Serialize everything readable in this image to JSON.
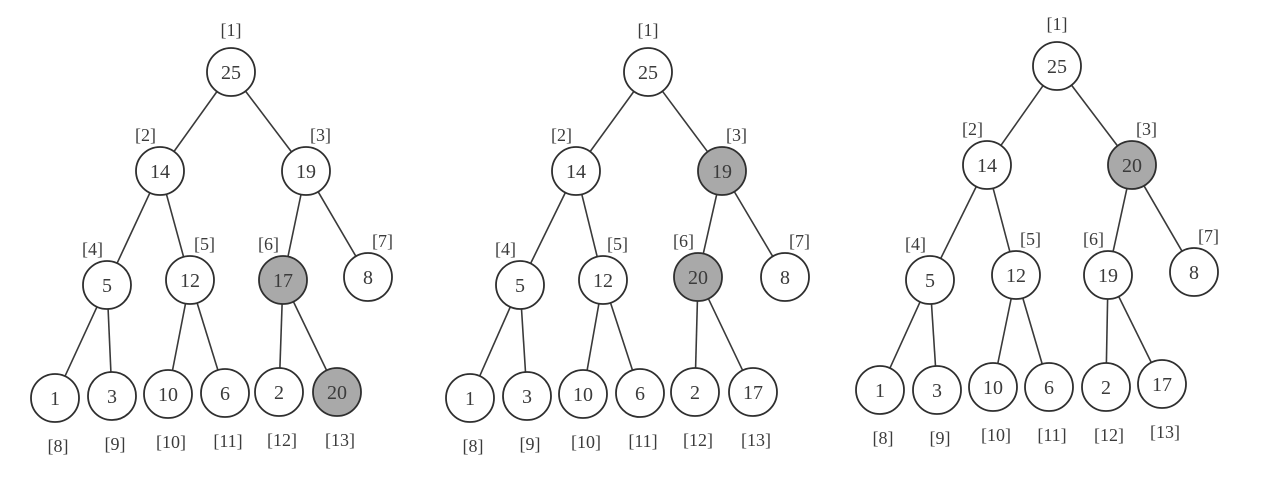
{
  "colors": {
    "background": "#ffffff",
    "node_fill": "#ffffff",
    "highlight_fill": "#a9a9a9",
    "stroke": "#2f2f2f",
    "text": "#3b3b3b"
  },
  "edges": [
    [
      1,
      2
    ],
    [
      1,
      3
    ],
    [
      2,
      4
    ],
    [
      2,
      5
    ],
    [
      3,
      6
    ],
    [
      3,
      7
    ],
    [
      4,
      8
    ],
    [
      4,
      9
    ],
    [
      5,
      10
    ],
    [
      5,
      11
    ],
    [
      6,
      12
    ],
    [
      6,
      13
    ]
  ],
  "trees": [
    {
      "nodes": [
        {
          "index": 1,
          "index_label": "[1]",
          "value": "25",
          "highlighted": false
        },
        {
          "index": 2,
          "index_label": "[2]",
          "value": "14",
          "highlighted": false
        },
        {
          "index": 3,
          "index_label": "[3]",
          "value": "19",
          "highlighted": false
        },
        {
          "index": 4,
          "index_label": "[4]",
          "value": "5",
          "highlighted": false
        },
        {
          "index": 5,
          "index_label": "[5]",
          "value": "12",
          "highlighted": false
        },
        {
          "index": 6,
          "index_label": "[6]",
          "value": "17",
          "highlighted": true
        },
        {
          "index": 7,
          "index_label": "[7]",
          "value": "8",
          "highlighted": false
        },
        {
          "index": 8,
          "index_label": "[8]",
          "value": "1",
          "highlighted": false
        },
        {
          "index": 9,
          "index_label": "[9]",
          "value": "3",
          "highlighted": false
        },
        {
          "index": 10,
          "index_label": "[10]",
          "value": "10",
          "highlighted": false
        },
        {
          "index": 11,
          "index_label": "[11]",
          "value": "6",
          "highlighted": false
        },
        {
          "index": 12,
          "index_label": "[12]",
          "value": "2",
          "highlighted": false
        },
        {
          "index": 13,
          "index_label": "[13]",
          "value": "20",
          "highlighted": true
        }
      ]
    },
    {
      "nodes": [
        {
          "index": 1,
          "index_label": "[1]",
          "value": "25",
          "highlighted": false
        },
        {
          "index": 2,
          "index_label": "[2]",
          "value": "14",
          "highlighted": false
        },
        {
          "index": 3,
          "index_label": "[3]",
          "value": "19",
          "highlighted": true
        },
        {
          "index": 4,
          "index_label": "[4]",
          "value": "5",
          "highlighted": false
        },
        {
          "index": 5,
          "index_label": "[5]",
          "value": "12",
          "highlighted": false
        },
        {
          "index": 6,
          "index_label": "[6]",
          "value": "20",
          "highlighted": true
        },
        {
          "index": 7,
          "index_label": "[7]",
          "value": "8",
          "highlighted": false
        },
        {
          "index": 8,
          "index_label": "[8]",
          "value": "1",
          "highlighted": false
        },
        {
          "index": 9,
          "index_label": "[9]",
          "value": "3",
          "highlighted": false
        },
        {
          "index": 10,
          "index_label": "[10]",
          "value": "10",
          "highlighted": false
        },
        {
          "index": 11,
          "index_label": "[11]",
          "value": "6",
          "highlighted": false
        },
        {
          "index": 12,
          "index_label": "[12]",
          "value": "2",
          "highlighted": false
        },
        {
          "index": 13,
          "index_label": "[13]",
          "value": "17",
          "highlighted": false
        }
      ]
    },
    {
      "nodes": [
        {
          "index": 1,
          "index_label": "[1]",
          "value": "25",
          "highlighted": false
        },
        {
          "index": 2,
          "index_label": "[2]",
          "value": "14",
          "highlighted": false
        },
        {
          "index": 3,
          "index_label": "[3]",
          "value": "20",
          "highlighted": true
        },
        {
          "index": 4,
          "index_label": "[4]",
          "value": "5",
          "highlighted": false
        },
        {
          "index": 5,
          "index_label": "[5]",
          "value": "12",
          "highlighted": false
        },
        {
          "index": 6,
          "index_label": "[6]",
          "value": "19",
          "highlighted": false
        },
        {
          "index": 7,
          "index_label": "[7]",
          "value": "8",
          "highlighted": false
        },
        {
          "index": 8,
          "index_label": "[8]",
          "value": "1",
          "highlighted": false
        },
        {
          "index": 9,
          "index_label": "[9]",
          "value": "3",
          "highlighted": false
        },
        {
          "index": 10,
          "index_label": "[10]",
          "value": "10",
          "highlighted": false
        },
        {
          "index": 11,
          "index_label": "[11]",
          "value": "6",
          "highlighted": false
        },
        {
          "index": 12,
          "index_label": "[12]",
          "value": "2",
          "highlighted": false
        },
        {
          "index": 13,
          "index_label": "[13]",
          "value": "17",
          "highlighted": false
        }
      ]
    }
  ]
}
